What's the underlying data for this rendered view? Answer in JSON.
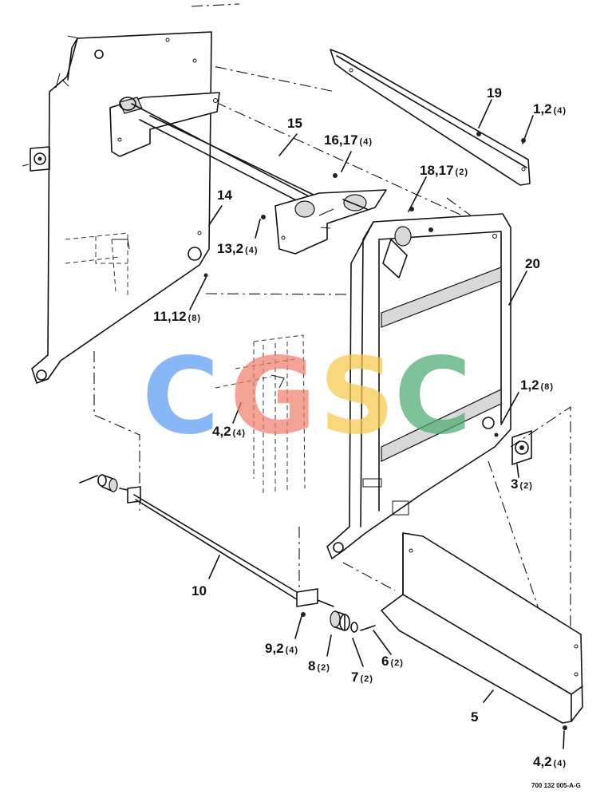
{
  "diagram": {
    "callouts": [
      {
        "id": "19",
        "number": "19",
        "qty": ""
      },
      {
        "id": "1-2-top",
        "number": "1,2",
        "qty": "(4)"
      },
      {
        "id": "15",
        "number": "15",
        "qty": ""
      },
      {
        "id": "16-17",
        "number": "16,17",
        "qty": "(4)"
      },
      {
        "id": "18-17",
        "number": "18,17",
        "qty": "(2)"
      },
      {
        "id": "14",
        "number": "14",
        "qty": ""
      },
      {
        "id": "13-2",
        "number": "13,2",
        "qty": "(4)"
      },
      {
        "id": "20",
        "number": "20",
        "qty": ""
      },
      {
        "id": "11-12",
        "number": "11,12",
        "qty": "(8)"
      },
      {
        "id": "1-2-mid",
        "number": "1,2",
        "qty": "(8)"
      },
      {
        "id": "4-2-mid",
        "number": "4,2",
        "qty": "(4)"
      },
      {
        "id": "3",
        "number": "3",
        "qty": "(2)"
      },
      {
        "id": "10",
        "number": "10",
        "qty": ""
      },
      {
        "id": "9-2",
        "number": "9,2",
        "qty": "(4)"
      },
      {
        "id": "8",
        "number": "8",
        "qty": "(2)"
      },
      {
        "id": "6",
        "number": "6",
        "qty": "(2)"
      },
      {
        "id": "7",
        "number": "7",
        "qty": "(2)"
      },
      {
        "id": "5",
        "number": "5",
        "qty": ""
      },
      {
        "id": "4-2-bottom",
        "number": "4,2",
        "qty": "(4)"
      }
    ],
    "part_number": "700 132 005-A-G"
  },
  "watermark": {
    "letters": [
      {
        "char": "C",
        "color": "#5b9cf5"
      },
      {
        "char": "G",
        "color": "#f07d6e"
      },
      {
        "char": "S",
        "color": "#f7c94b"
      },
      {
        "char": "C",
        "color": "#4cab72"
      }
    ]
  }
}
